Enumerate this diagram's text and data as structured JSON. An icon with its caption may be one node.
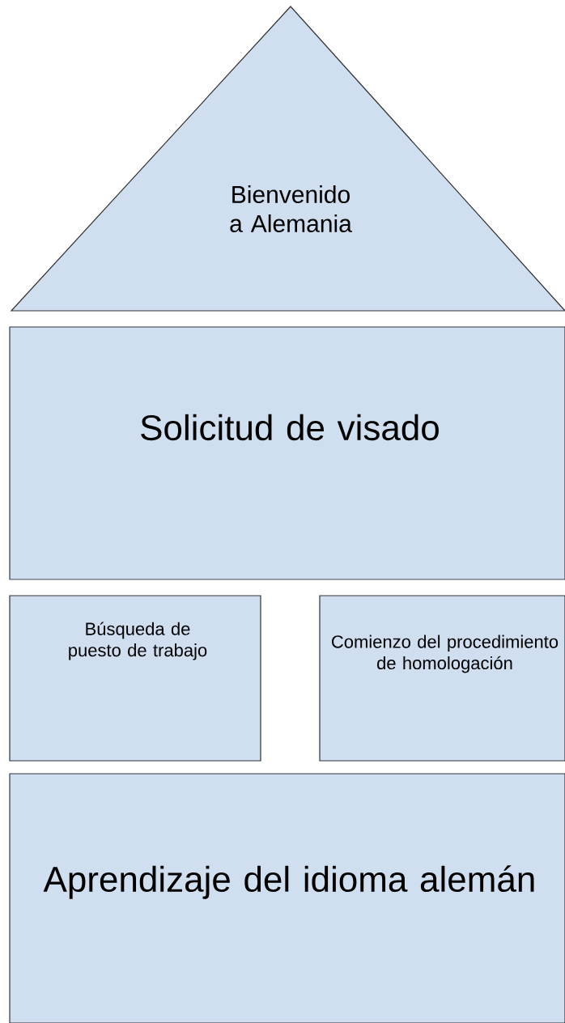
{
  "diagram": {
    "nodes": [
      {
        "text": [
          "Bienvenido a Alemania"
        ]
      },
      {
        "text": [
          "Solicitud de visado"
        ]
      },
      {
        "text": [
          "Búsqueda de puesto de trabajo"
        ]
      },
      {
        "text": [
          "Comienzo del procedimiento de homologación"
        ]
      },
      {
        "text": [
          "Aprendizaje del idioma alemán"
        ]
      }
    ]
  }
}
